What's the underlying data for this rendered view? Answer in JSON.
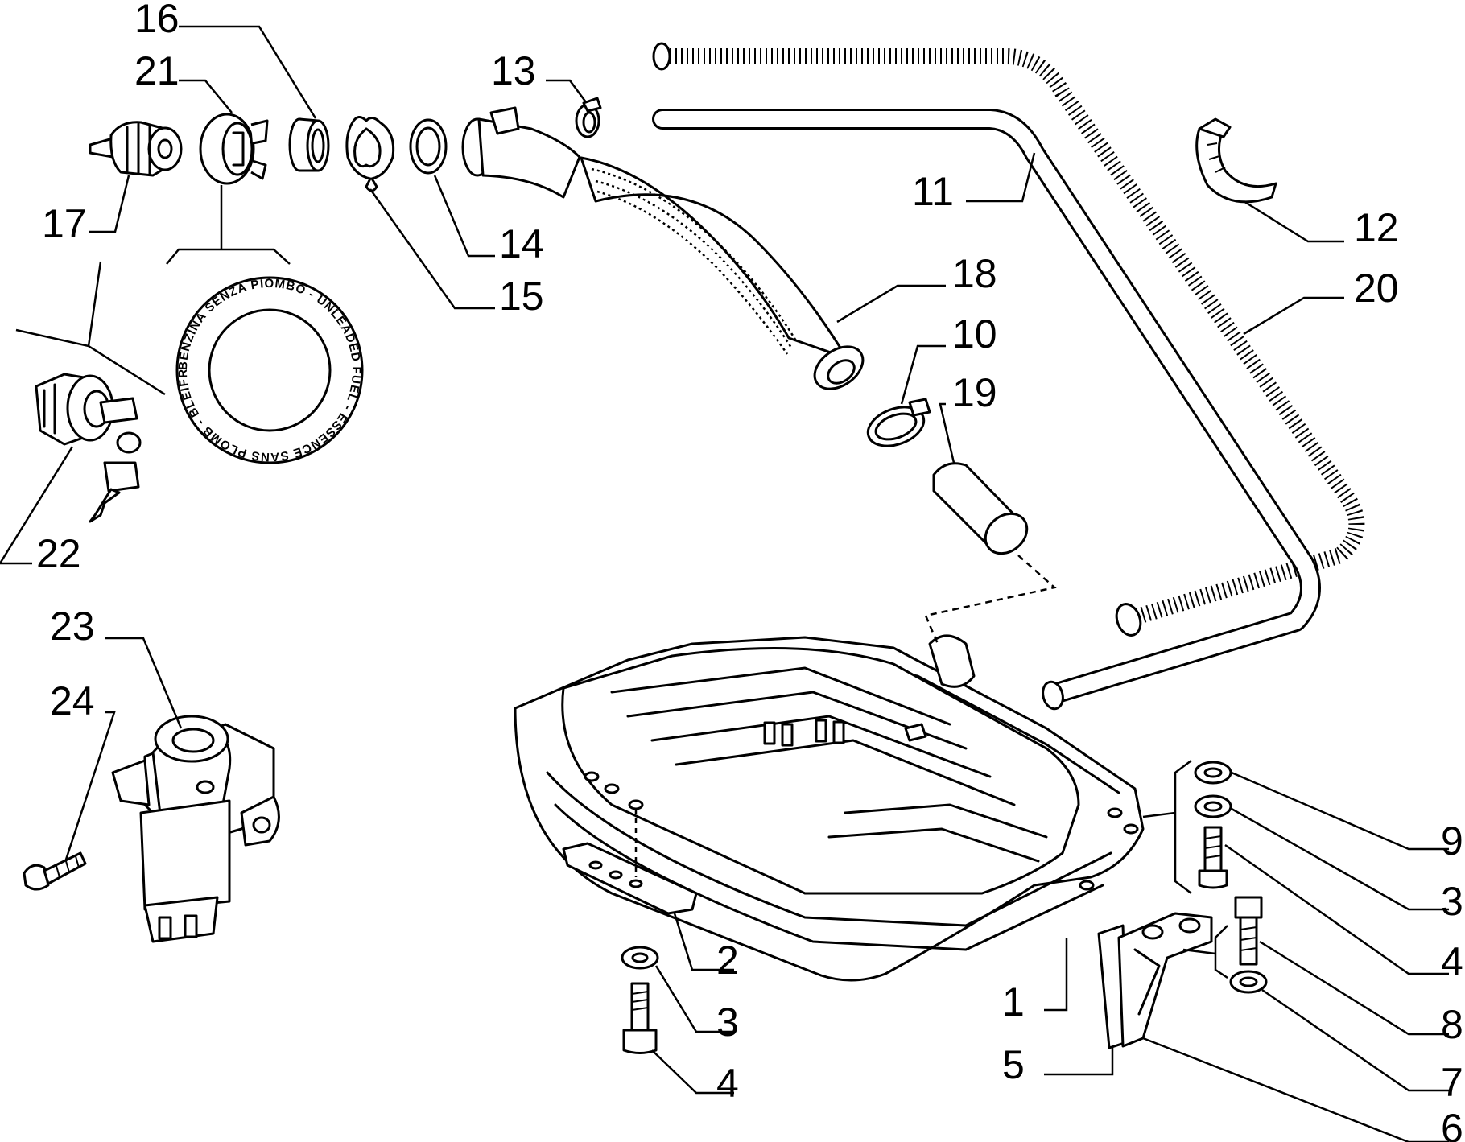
{
  "callouts": {
    "c1": "1",
    "c2": "2",
    "c3a": "3",
    "c3b": "3",
    "c4a": "4",
    "c4b": "4",
    "c5": "5",
    "c6": "6",
    "c7": "7",
    "c8": "8",
    "c9": "9",
    "c10": "10",
    "c11": "11",
    "c12": "12",
    "c13": "13",
    "c14": "14",
    "c15": "15",
    "c16": "16",
    "c17": "17",
    "c18": "18",
    "c19": "19",
    "c20": "20",
    "c21": "21",
    "c22": "22",
    "c23": "23",
    "c24": "24"
  },
  "cap_ring_text": "BENZINA SENZA PIOMBO - UNLEADED FUEL - ESSENCE SANS PLOMB - BLEIFREI BENZIN -"
}
